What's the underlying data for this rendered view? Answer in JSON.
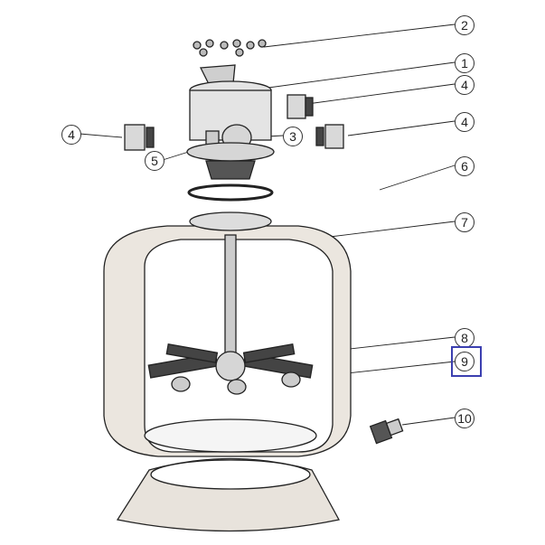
{
  "title": "Sand filter exploded parts diagram",
  "callouts": [
    {
      "label": "2"
    },
    {
      "label": "1"
    },
    {
      "label": "4"
    },
    {
      "label": "4"
    },
    {
      "label": "3"
    },
    {
      "label": "6"
    },
    {
      "label": "7"
    },
    {
      "label": "8"
    },
    {
      "label": "9"
    },
    {
      "label": "10"
    },
    {
      "label": "4"
    },
    {
      "label": "5"
    }
  ],
  "highlight": {
    "target_label": "9",
    "color": "#3b3fb0"
  }
}
